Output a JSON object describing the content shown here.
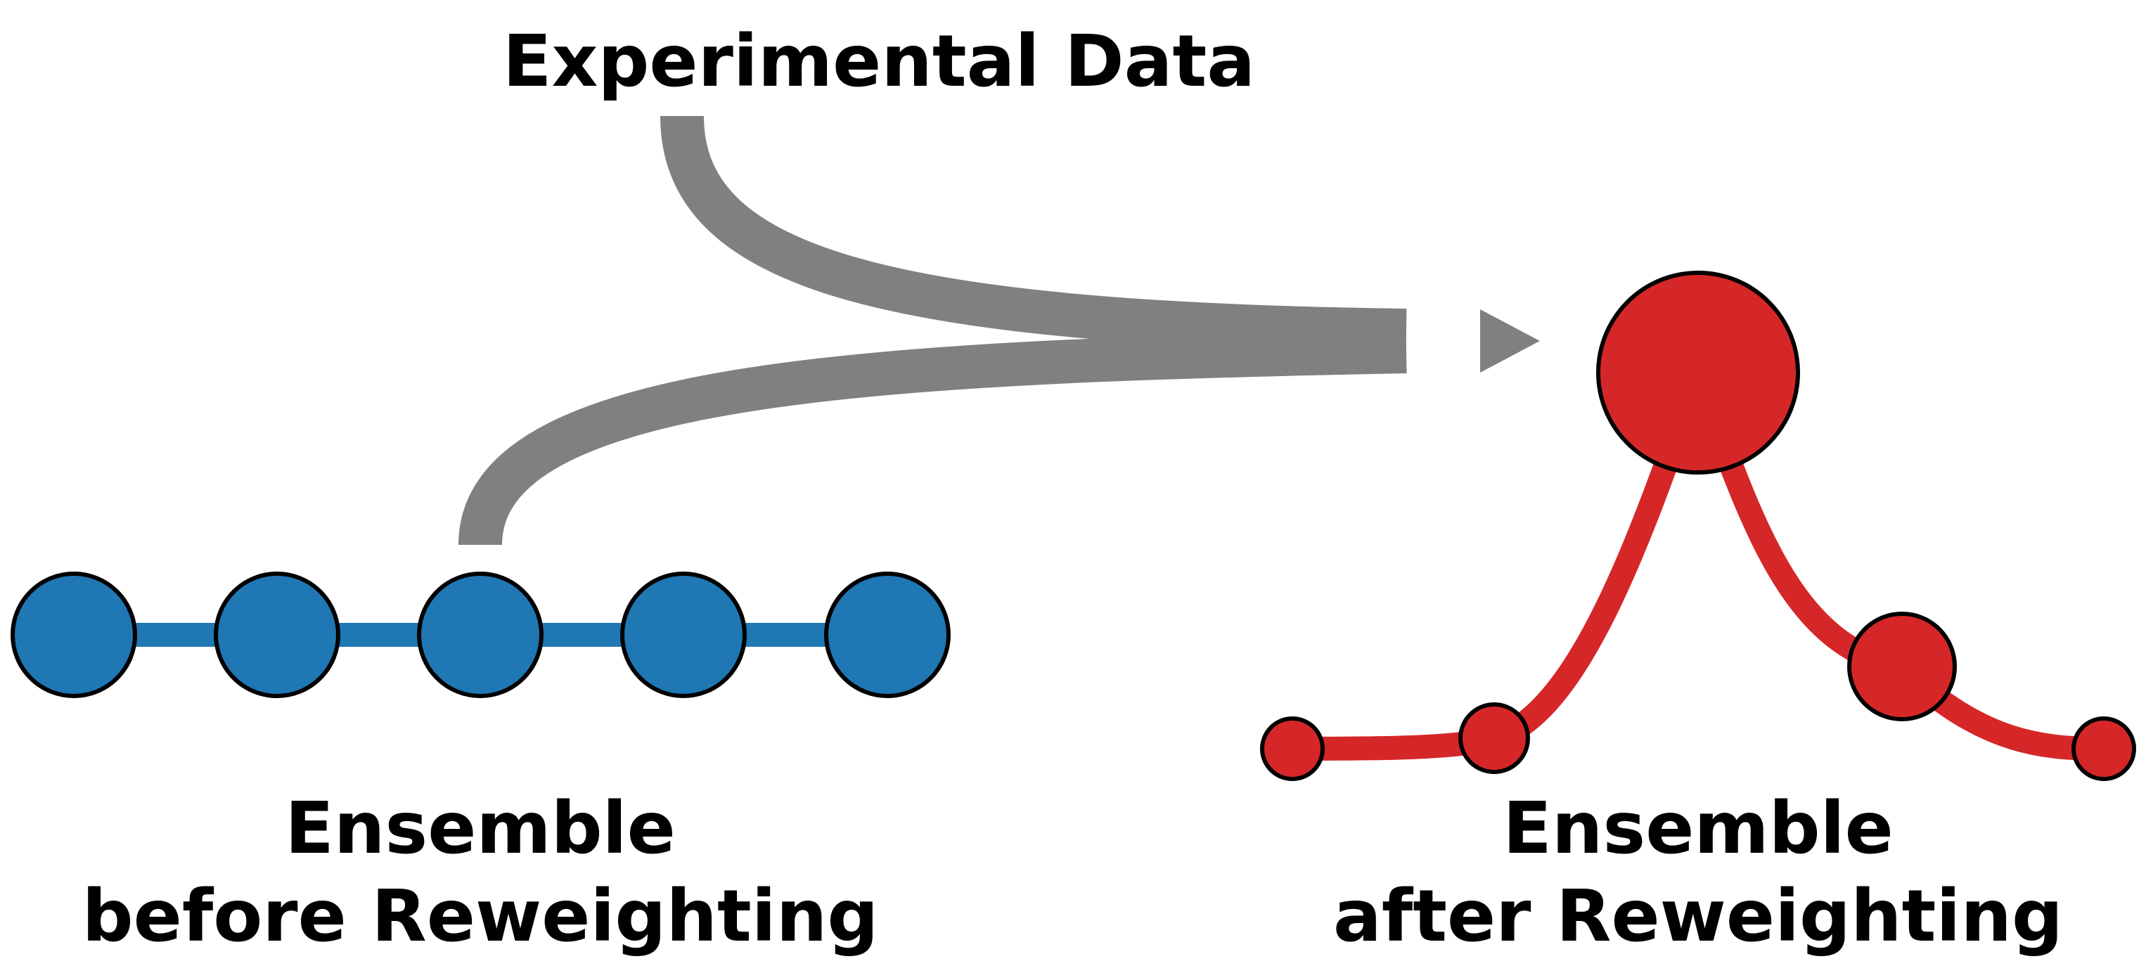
{
  "title": "Experimental Data",
  "before": {
    "label_line1": "Ensemble",
    "label_line2": "before Reweighting",
    "weights": [
      1,
      1,
      1,
      1,
      1
    ]
  },
  "after": {
    "label_line1": "Ensemble",
    "label_line2": "after Reweighting",
    "weights": [
      0.3,
      0.35,
      1,
      0.55,
      0.3
    ]
  },
  "colors": {
    "before": "#1f77b4",
    "after": "#d62728",
    "arrow": "#808080",
    "outline": "#000000"
  }
}
